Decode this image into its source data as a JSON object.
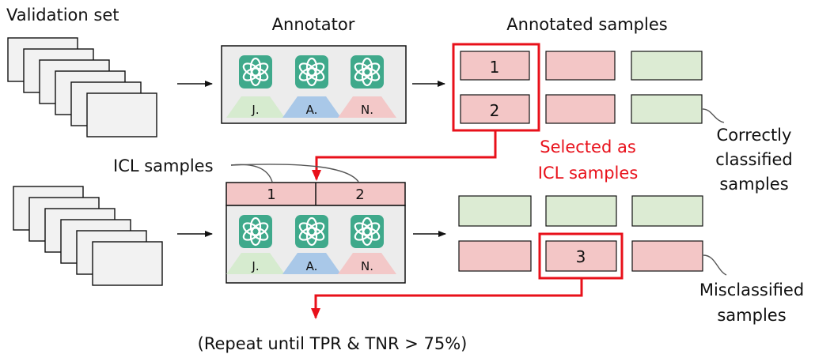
{
  "labels": {
    "validation_set": "Validation set",
    "annotator": "Annotator",
    "annotated_samples": "Annotated samples",
    "icl_samples": "ICL samples",
    "selected_line1": "Selected as",
    "selected_line2": "ICL samples",
    "correct_line1": "Correctly",
    "correct_line2": "classified",
    "correct_line3": "samples",
    "mis_line1": "Misclassified",
    "mis_line2": "samples",
    "repeat": "(Repeat until TPR & TNR > 75%)"
  },
  "annotators": [
    {
      "initial": "J.",
      "color": "#d6ebcf"
    },
    {
      "initial": "A.",
      "color": "#a9c8e8"
    },
    {
      "initial": "N.",
      "color": "#f3c8c8"
    }
  ],
  "samples": {
    "top_selected": [
      "1",
      "2"
    ],
    "icl_bar": [
      "1",
      "2"
    ],
    "bottom_selected": "3"
  },
  "colors": {
    "pink": "#f3c6c6",
    "green": "#dcebd3",
    "highlight": "#e8101a",
    "panel": "#ececec",
    "icon_teal": "#3fa98b"
  }
}
